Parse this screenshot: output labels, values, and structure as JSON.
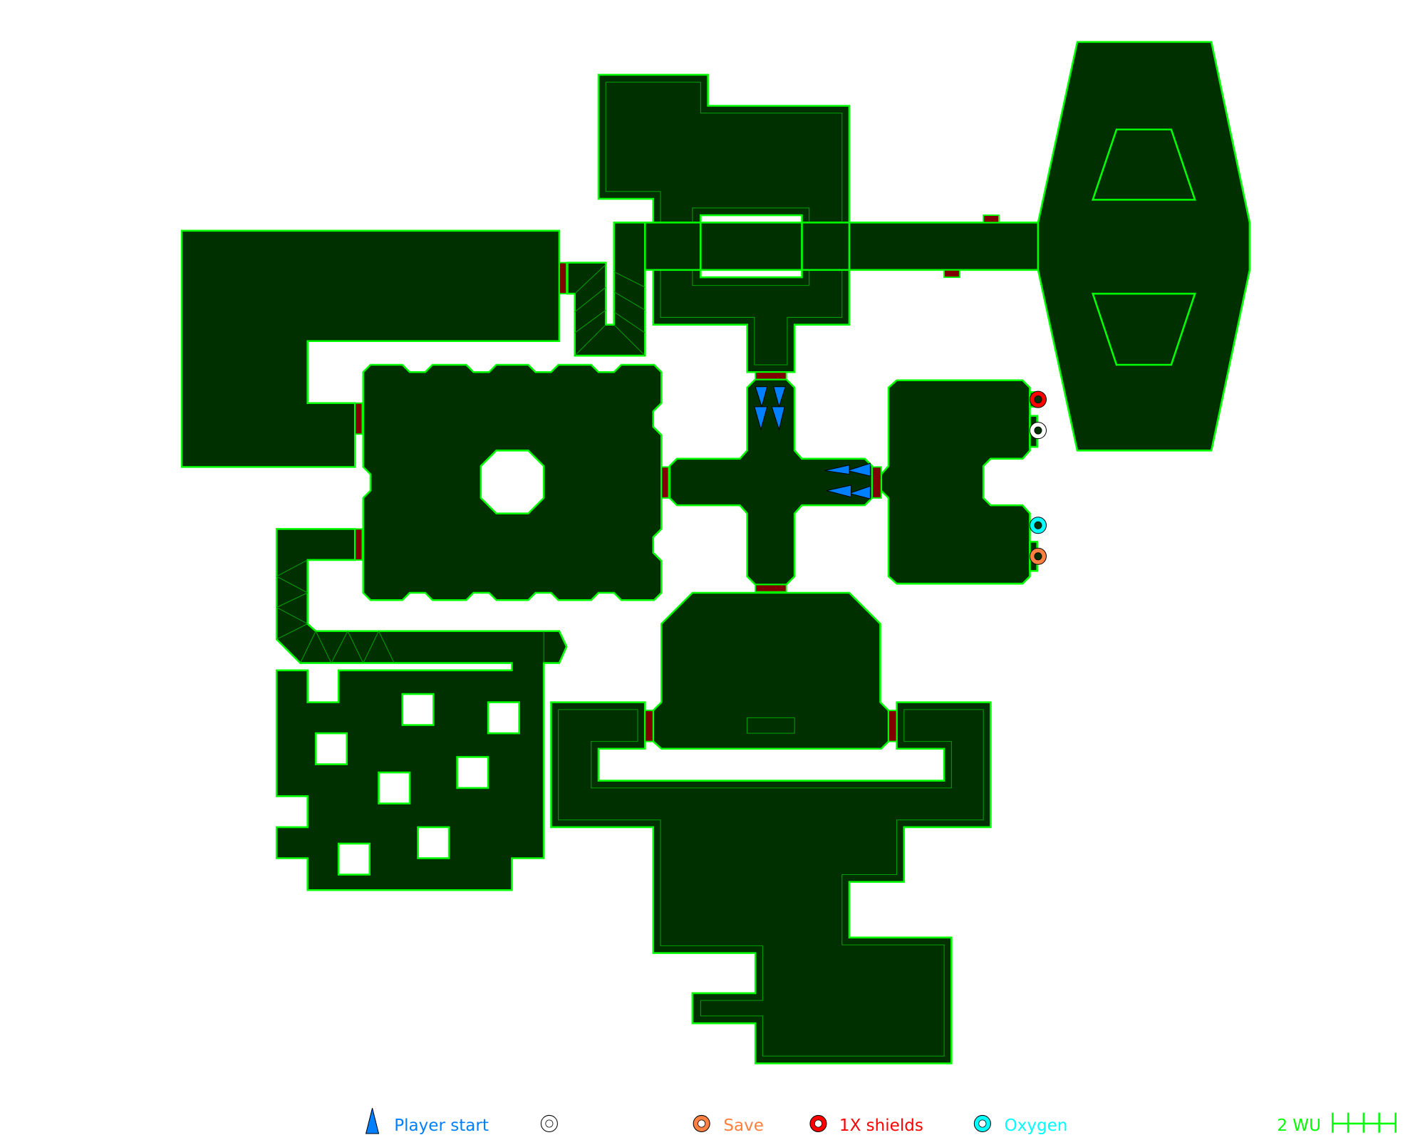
{
  "colors": {
    "floor": "#003000",
    "wall": "#00ff00",
    "door": "#800000",
    "player_start": "#0080ff",
    "save": "#ff8040",
    "shields": "#ff0000",
    "oxygen": "#00ffff",
    "unknown_item": "#ffffff"
  },
  "legend": {
    "player_start": "Player start",
    "unlabeled": "",
    "save": "Save",
    "shields": "1X shields",
    "oxygen": "Oxygen",
    "scale": "2 WU"
  }
}
